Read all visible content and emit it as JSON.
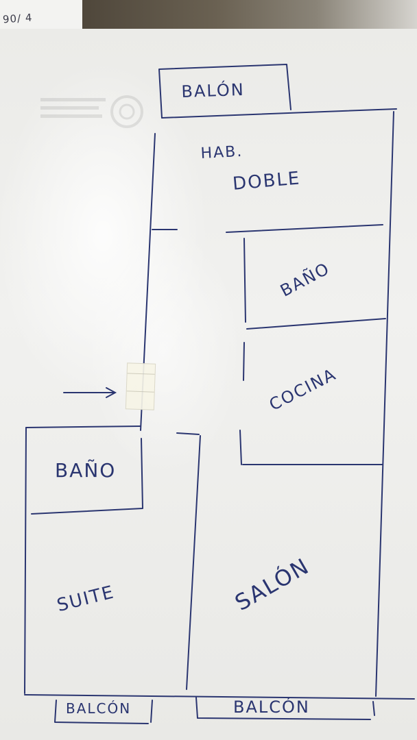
{
  "photo": {
    "corner_note": "90/ 4"
  },
  "rooms": {
    "balcon_top": "BALÓN",
    "hab_doble_line1": "HAB.",
    "hab_doble_line2": "DOBLE",
    "bano_top": "BAÑO",
    "cocina": "COCINA",
    "bano_left": "BAÑO",
    "suite": "SUITE",
    "salon": "SALÓN",
    "balcon_bottom_left": "BALCÓN",
    "balcon_bottom_right": "BALCÓN"
  },
  "colors": {
    "ink": "#2a3570",
    "paper": "#efefed"
  }
}
